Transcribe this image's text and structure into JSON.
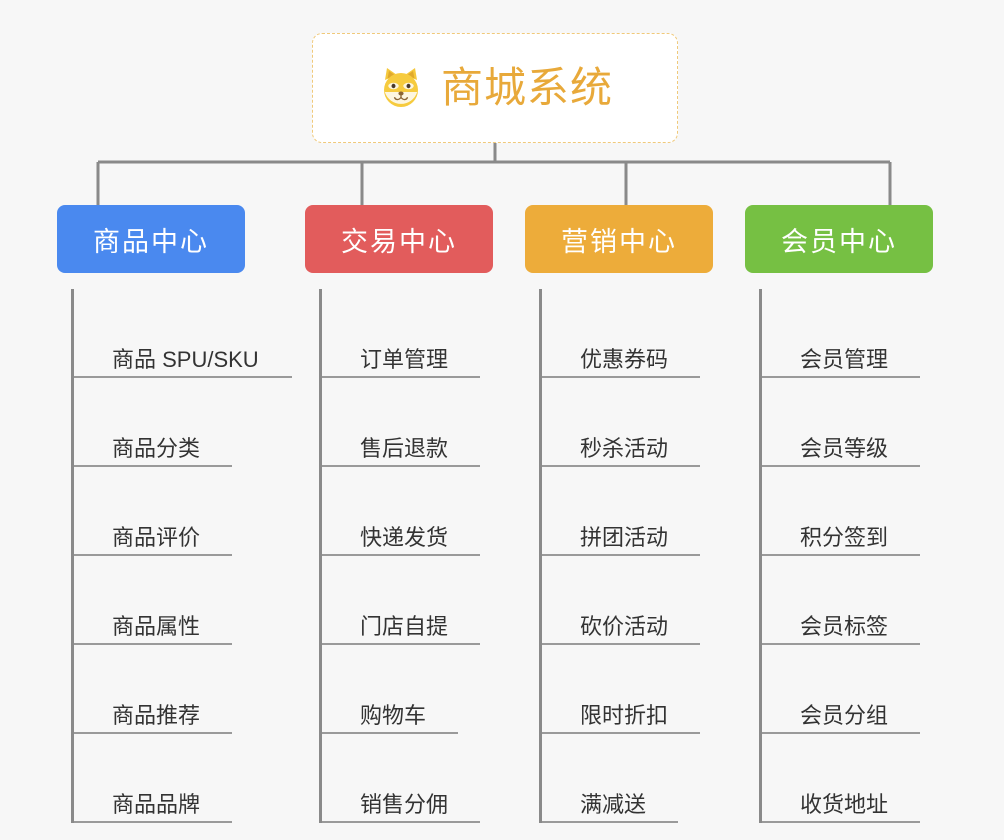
{
  "diagram": {
    "type": "tree-mindmap",
    "background_color": "#f7f7f7",
    "connector_color": "#8a8a8a",
    "root": {
      "title": "商城系统",
      "icon": "shiba-dog-face-emoji",
      "text_color": "#e8a93a",
      "border_color": "#f0c97a",
      "background_color": "#ffffff"
    },
    "categories": [
      {
        "label": "商品中心",
        "color": "#4a89ef",
        "items": [
          "商品 SPU/SKU",
          "商品分类",
          "商品评价",
          "商品属性",
          "商品推荐",
          "商品品牌"
        ]
      },
      {
        "label": "交易中心",
        "color": "#e25c5c",
        "items": [
          "订单管理",
          "售后退款",
          "快递发货",
          "门店自提",
          "购物车",
          "销售分佣"
        ]
      },
      {
        "label": "营销中心",
        "color": "#edac3a",
        "items": [
          "优惠券码",
          "秒杀活动",
          "拼团活动",
          "砍价活动",
          "限时折扣",
          "满减送"
        ]
      },
      {
        "label": "会员中心",
        "color": "#76c043",
        "items": [
          "会员管理",
          "会员等级",
          "积分签到",
          "会员标签",
          "会员分组",
          "收货地址"
        ]
      }
    ]
  }
}
